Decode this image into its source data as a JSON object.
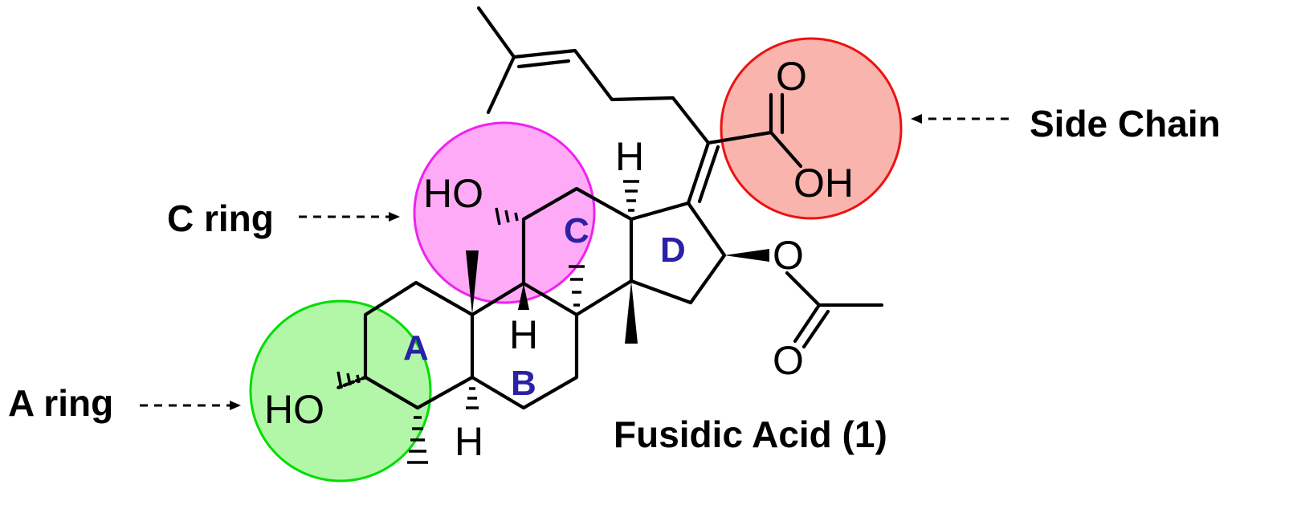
{
  "title": "Fusidic Acid (1)",
  "annotations": {
    "side_chain": "Side Chain",
    "c_ring": "C ring",
    "a_ring": "A ring"
  },
  "ring_labels": {
    "a": "A",
    "b": "B",
    "c": "C",
    "d": "D"
  },
  "atom_labels": {
    "ho_c3": "HO",
    "ho_c11": "HO",
    "h_c5": "H",
    "h_c9": "H",
    "h_c13": "H",
    "o_ester": "O",
    "o_carbonyl": "O",
    "o_acid_carbonyl": "O",
    "oh_acid": "OH"
  },
  "colors": {
    "a_ring_highlight": "#00dd00",
    "c_ring_highlight": "#ee22ee",
    "side_chain_highlight": "#ee1111",
    "ring_label_color": "#2b21a6"
  }
}
